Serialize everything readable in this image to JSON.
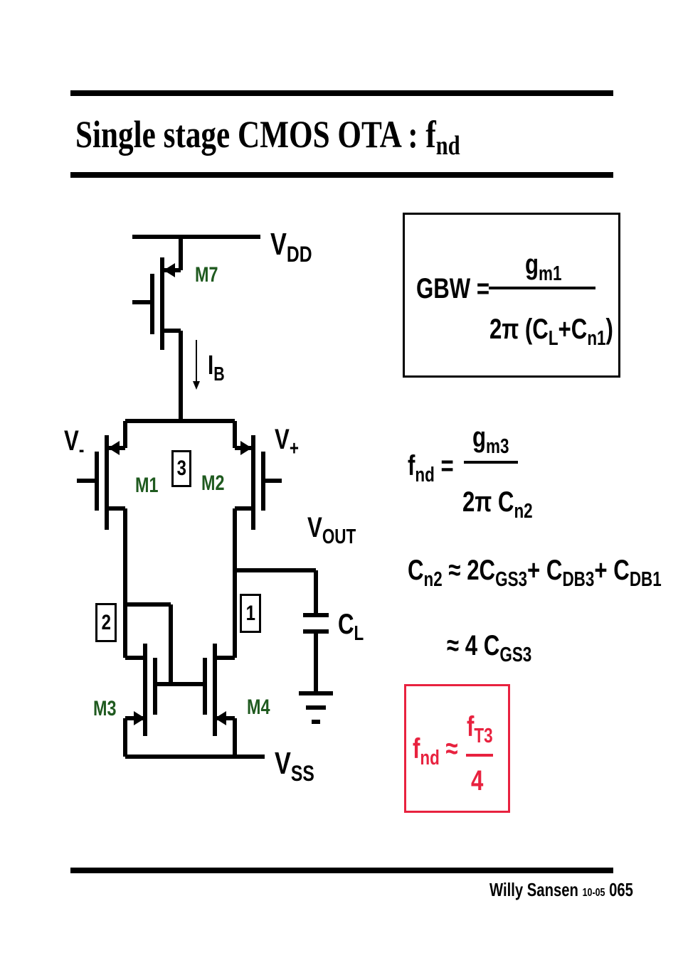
{
  "slide": {
    "title_main": "Single stage CMOS OTA : f",
    "title_sub": "nd",
    "footer_author": "Willy Sansen",
    "footer_date": "10-05",
    "footer_page": "065"
  },
  "circuit": {
    "vdd": "V",
    "vdd_sub": "DD",
    "vss": "V",
    "vss_sub": "SS",
    "vout": "V",
    "vout_sub": "OUT",
    "vminus": "V",
    "vminus_sub": "-",
    "vplus": "V",
    "vplus_sub": "+",
    "ib": "I",
    "ib_sub": "B",
    "cl": "C",
    "cl_sub": "L",
    "m7": "M7",
    "m1": "M1",
    "m2": "M2",
    "m3": "M3",
    "m4": "M4",
    "node1": "1",
    "node2": "2",
    "node3": "3"
  },
  "equations": {
    "gbw_lhs": "GBW =",
    "gbw_num": "g",
    "gbw_num_sub": "m1",
    "gbw_den_a": "2π (C",
    "gbw_den_sub1": "L",
    "gbw_den_b": "+C",
    "gbw_den_sub2": "n1",
    "gbw_den_c": ")",
    "fnd_lhs": "f",
    "fnd_lhs_sub": "nd",
    "fnd_eq": " =",
    "fnd_num": "g",
    "fnd_num_sub": "m3",
    "fnd_den": "2π C",
    "fnd_den_sub": "n2",
    "cn2_a": "C",
    "cn2_a_sub": "n2",
    "cn2_b": " ≈ 2C",
    "cn2_b_sub": "GS3",
    "cn2_c": "+ C",
    "cn2_c_sub": "DB3",
    "cn2_d": "+ C",
    "cn2_d_sub": "DB1",
    "approx_a": "≈ 4 C",
    "approx_sub": "GS3",
    "result_lhs": "f",
    "result_lhs_sub": "nd",
    "result_eq": " ≈",
    "result_num": "f",
    "result_num_sub": "T3",
    "result_den": "4"
  },
  "colors": {
    "label_green": "#1f5a1f",
    "highlight_red": "#e8223f"
  }
}
